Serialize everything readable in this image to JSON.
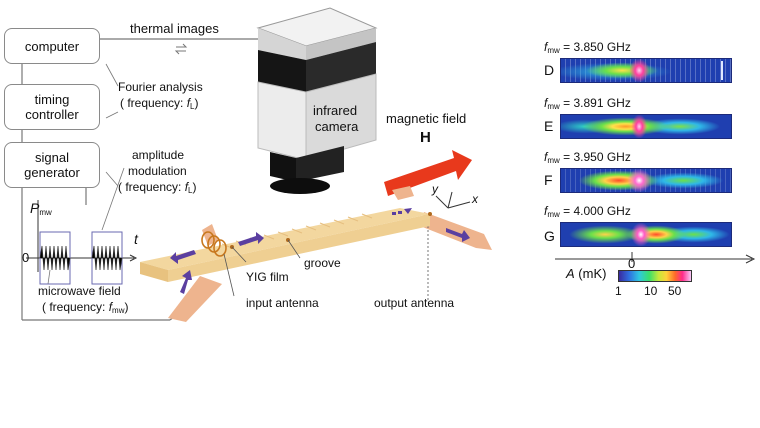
{
  "blocks": {
    "computer": "computer",
    "timing": [
      "timing",
      "controller"
    ],
    "signal": [
      "signal",
      "generator"
    ]
  },
  "labels": {
    "thermal_images": "thermal images",
    "fourier": "Fourier analysis",
    "fourier_freq": "( frequency: ",
    "fourier_sym": "f",
    "fourier_sub": "L",
    "amp1": "amplitude",
    "amp2": "modulation",
    "amp_freq": "( frequency: ",
    "amp_sym": "f",
    "amp_sub": "L",
    "camera1": "infrared",
    "camera2": "camera",
    "magnetic": "magnetic field",
    "H": "H",
    "P": "P",
    "P_sub": "mw",
    "t": "t",
    "zero": "0",
    "mw1": "microwave field",
    "mw2": "( frequency: ",
    "mw_sym": "f",
    "mw_sub": "mw",
    "mw_close": ")",
    "paren_close": ")",
    "groove": "groove",
    "yig": "YIG film",
    "input": "input antenna",
    "output": "output antenna",
    "axis_x": "x",
    "axis_y": "y"
  },
  "panels": [
    {
      "letter": "D",
      "f": "f",
      "f_sub": "mw",
      "value": " = 3.850 GHz"
    },
    {
      "letter": "E",
      "f": "f",
      "f_sub": "mw",
      "value": " = 3.891 GHz"
    },
    {
      "letter": "F",
      "f": "f",
      "f_sub": "mw",
      "value": " = 3.950 GHz"
    },
    {
      "letter": "G",
      "f": "f",
      "f_sub": "mw",
      "value": " = 4.000 GHz"
    }
  ],
  "colorbar": {
    "label": "A",
    "unit": " (mK)",
    "ticks": [
      "1",
      "10",
      "50"
    ],
    "axis_zero": "0"
  },
  "colors": {
    "arrow_red": "#e8391c",
    "antenna": "#eeb48e",
    "film": "#f3d79f",
    "spin_arrow": "#5b3fa0",
    "map_bg": "#1f3fb0"
  }
}
